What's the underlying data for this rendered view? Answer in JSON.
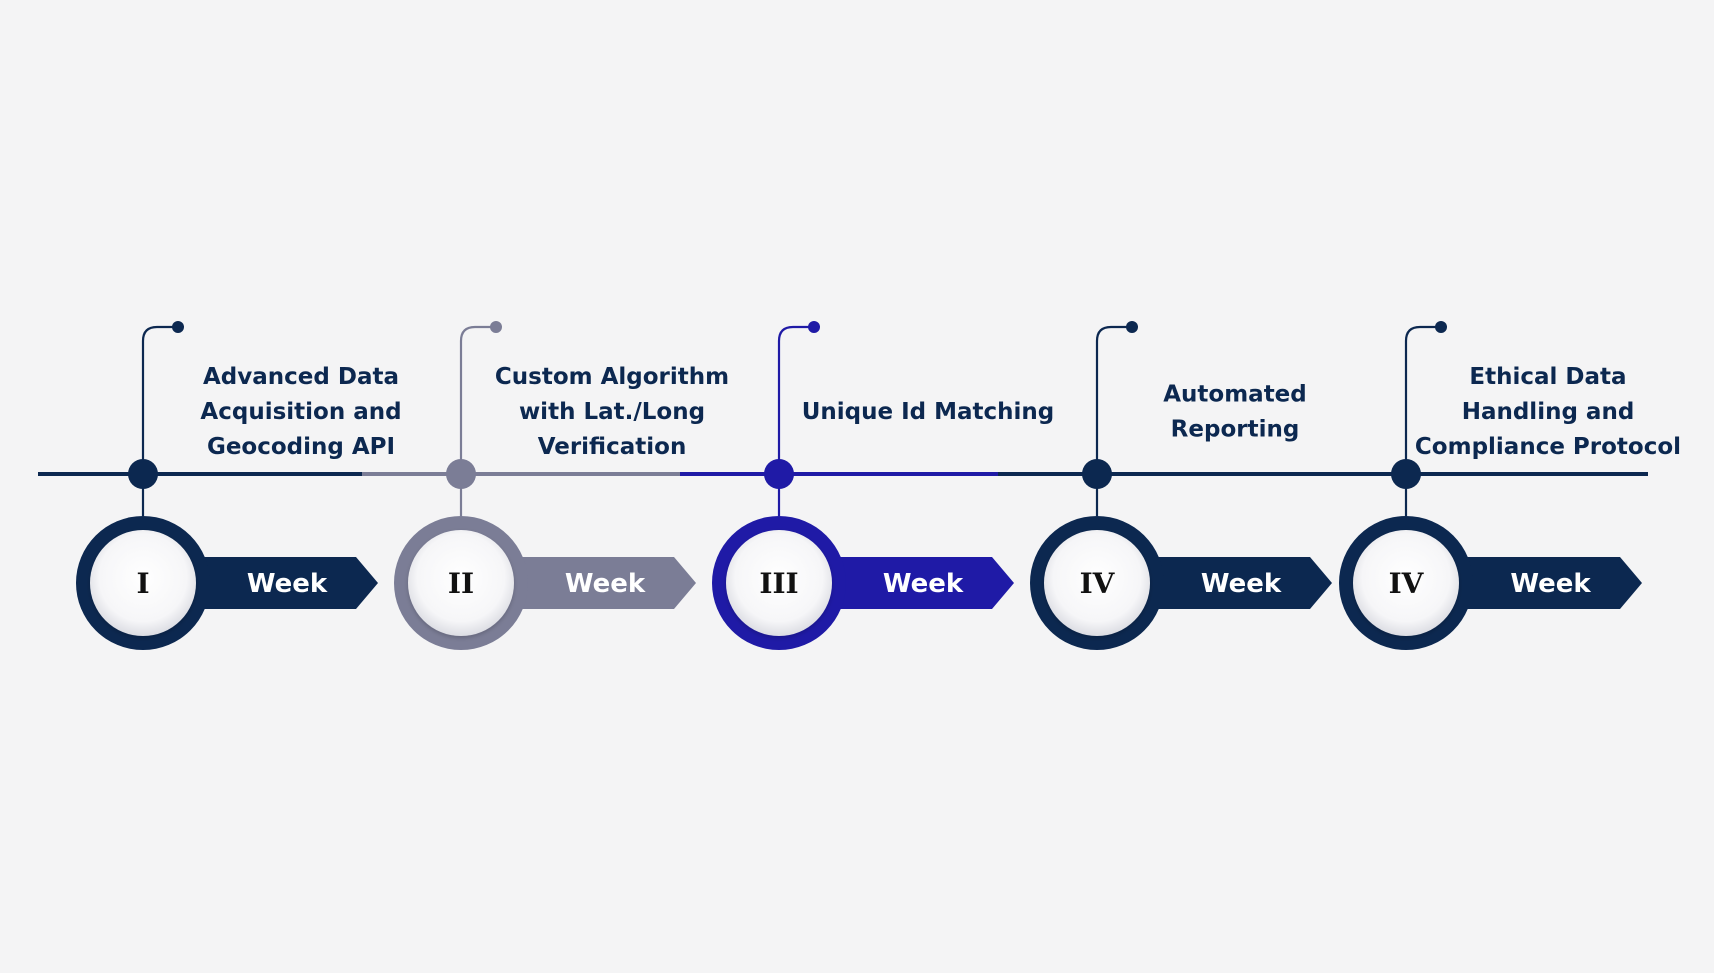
{
  "background": "#f4f4f5",
  "text_color": "#0c2850",
  "steps": [
    {
      "numeral": "I",
      "week_label": "Week",
      "title_lines": [
        "Advanced Data",
        "Acquisition and",
        "Geocoding API"
      ],
      "color": "#0c2850"
    },
    {
      "numeral": "II",
      "week_label": "Week",
      "title_lines": [
        "Custom Algorithm",
        "with Lat./Long",
        "Verification"
      ],
      "color": "#7b7d96"
    },
    {
      "numeral": "III",
      "week_label": "Week",
      "title_lines": [
        "Unique Id Matching"
      ],
      "color": "#1f1aa6"
    },
    {
      "numeral": "IV",
      "week_label": "Week",
      "title_lines": [
        "Automated",
        "Reporting"
      ],
      "color": "#0c2850"
    },
    {
      "numeral": "IV",
      "week_label": "Week",
      "title_lines": [
        "Ethical Data",
        "Handling and",
        "Compliance Protocol"
      ],
      "color": "#0c2850"
    }
  ]
}
